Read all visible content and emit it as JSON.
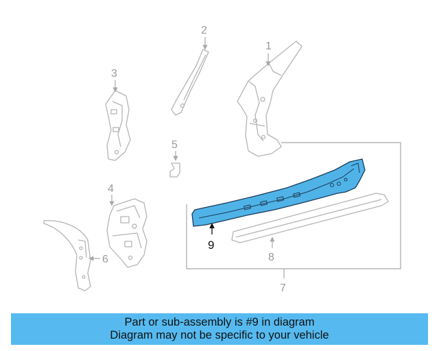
{
  "callouts": {
    "c1": "1",
    "c2": "2",
    "c3": "3",
    "c4": "4",
    "c5": "5",
    "c6": "6",
    "c7": "7",
    "c8": "8",
    "c9": "9"
  },
  "highlight": {
    "part_number": "9",
    "color": "#4fb3e8",
    "outline_color": "#1d3a57"
  },
  "banner": {
    "line1": "Part or sub-assembly is #9 in diagram",
    "line2": "Diagram may not be specific to your vehicle",
    "color": "#56baf0"
  }
}
